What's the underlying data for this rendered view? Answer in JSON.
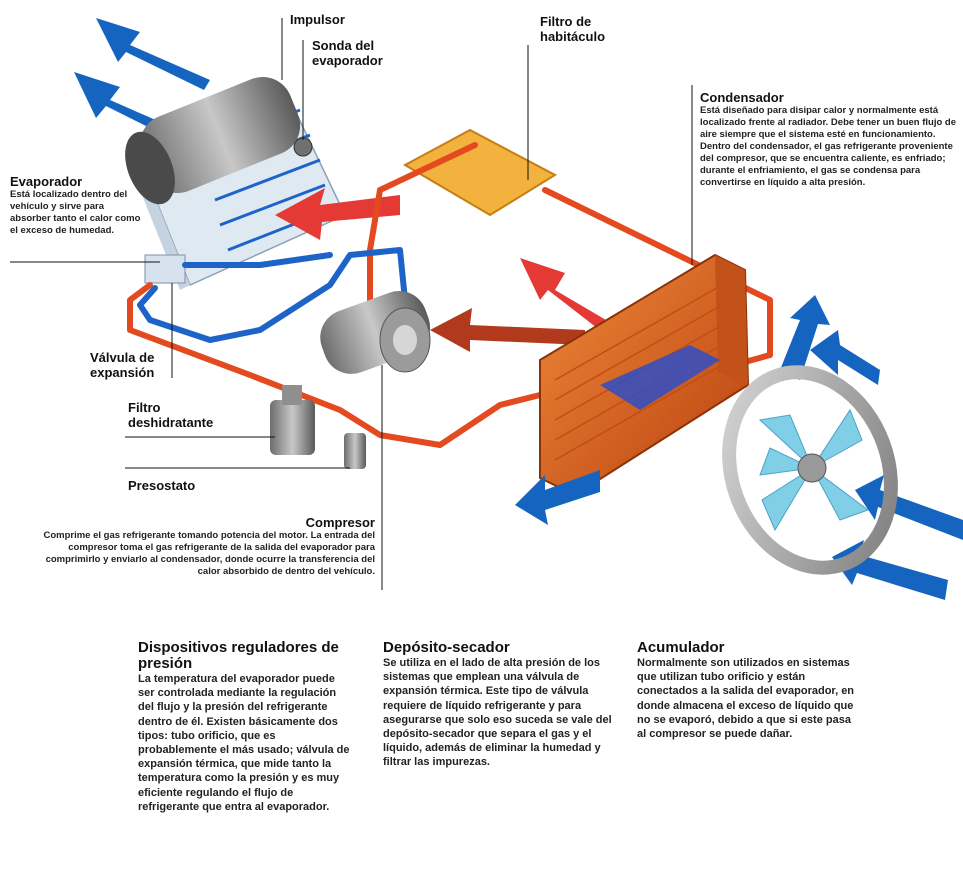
{
  "labels": {
    "impulsor": "Impulsor",
    "sonda": "Sonda del evaporador",
    "filtro_habitaculo": "Filtro de habitáculo",
    "condensador": {
      "title": "Condensador",
      "text": "Está diseñado para disipar calor y normalmente está localizado frente al radiador. Debe tener un buen flujo de aire siempre que el sistema esté en funcionamiento. Dentro del condensador, el gas refrigerante proveniente del compresor, que se encuentra caliente, es enfriado; durante el enfriamiento, el gas se condensa para convertirse en líquido a alta presión."
    },
    "evaporador": {
      "title": "Evaporador",
      "text": "Está localizado dentro del vehículo y sirve para absorber tanto el calor como el exceso de humedad."
    },
    "valvula": "Válvula de expansión",
    "filtro_deshidratante": "Filtro deshidratante",
    "presostato": "Presostato",
    "compresor": {
      "title": "Compresor",
      "text": "Comprime el gas refrigerante tomando potencia del motor. La entrada del compresor toma el gas refrigerante de la salida del evaporador para comprimirlo y enviarlo al condensador, donde ocurre la transferencia del calor absorbido de dentro del vehículo."
    }
  },
  "bottom": {
    "dispositivos": {
      "title": "Dispositivos reguladores de presión",
      "text": "La temperatura del evaporador puede ser controlada mediante la regulación del flujo y la presión del refrigerante dentro de él. Existen básicamente dos tipos: tubo orificio, que es probablemente el más usado; válvula de expansión térmica, que mide tanto la temperatura como la presión y es muy eficiente regulando el flujo de refrigerante que entra al evaporador."
    },
    "deposito": {
      "title": "Depósito-secador",
      "text": "Se utiliza en el lado de alta presión de los sistemas que emplean una válvula de expansión térmica. Este tipo de válvula requiere de líquido refrigerante y para asegurarse que solo eso suceda se vale del depósito-secador que separa el gas y el líquido, además de eliminar la humedad y filtrar las impurezas."
    },
    "acumulador": {
      "title": "Acumulador",
      "text": "Normalmente son utilizados en sistemas que utilizan tubo orificio y están conectados a la salida del evaporador, en donde almacena el exceso de líquido que no se evaporó, debido a que si este pasa al compresor se puede dañar."
    }
  },
  "colors": {
    "air_cold": "#1565c0",
    "air_hot": "#e53935",
    "pipe_low": "#1e63c8",
    "pipe_high": "#e44a1f",
    "condenser": "#e06a1c",
    "filter": "#f2b23d",
    "fan_blades": "#80cfe6"
  }
}
